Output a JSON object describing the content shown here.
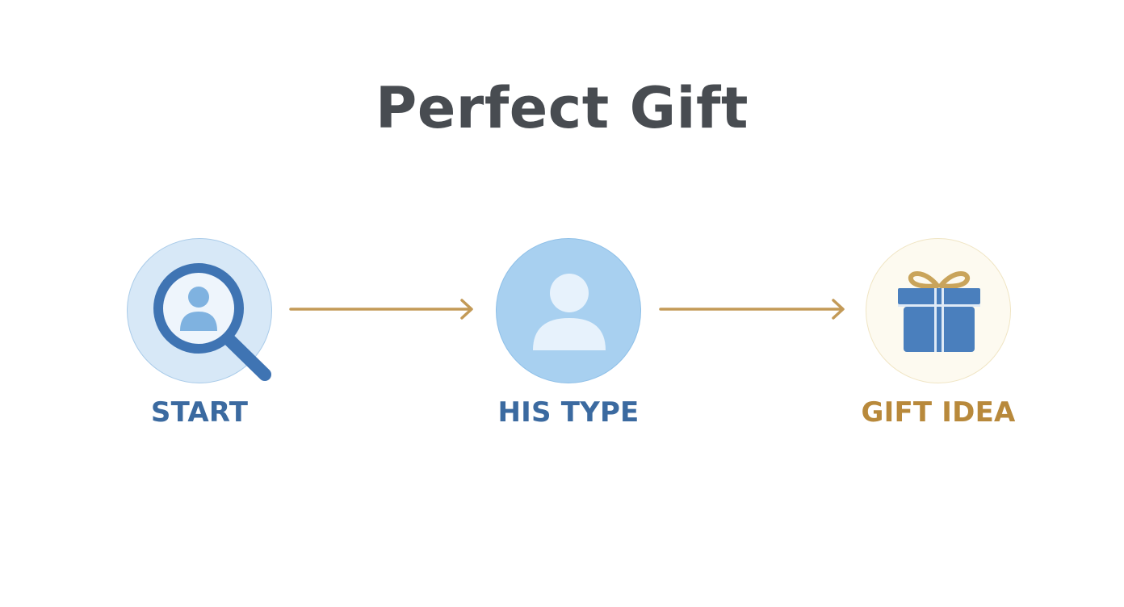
{
  "diagram": {
    "title": "Perfect Gift",
    "steps": [
      {
        "label": "START",
        "icon": "search-person-icon",
        "color": "#3b6aa0"
      },
      {
        "label": "HIS TYPE",
        "icon": "person-icon",
        "color": "#3b6aa0"
      },
      {
        "label": "GIFT IDEA",
        "icon": "gift-icon",
        "color": "#b8893b"
      }
    ],
    "colors": {
      "arrow": "#c39a57",
      "blue_dark": "#3f74b3",
      "blue_light": "#8fbfe6",
      "gold": "#c9a45b"
    }
  }
}
